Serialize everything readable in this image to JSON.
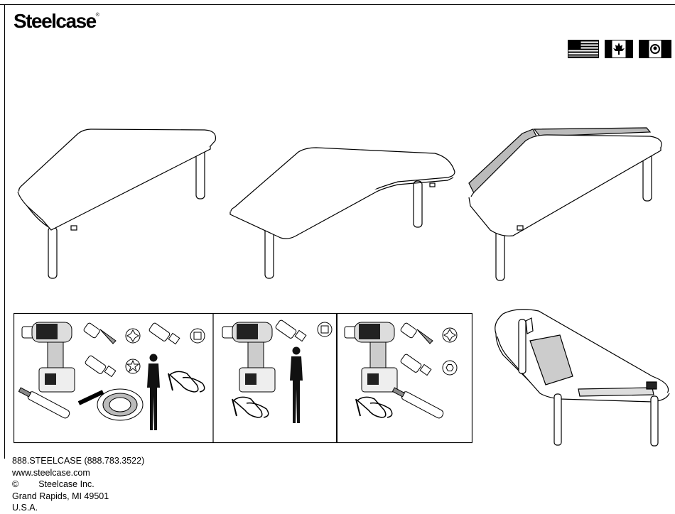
{
  "header": {
    "brand": "Steelcase",
    "registered_mark": "®",
    "flags": [
      "us-flag-icon",
      "canada-flag-icon",
      "mexico-flag-icon"
    ]
  },
  "illustrations": {
    "tables": [
      "corner-table-left-icon",
      "corner-table-center-icon",
      "corner-table-right-with-screen-icon"
    ],
    "tools": [
      "power-drill-icon",
      "phillips-bit-icon",
      "phillips-head-icon",
      "square-bit-icon",
      "square-head-icon",
      "torx-bit-icon",
      "torx-head-icon",
      "nut-driver-icon",
      "tape-roll-icon",
      "person-icon",
      "safety-glasses-icon",
      "hex-bit-icon",
      "hex-head-icon"
    ],
    "underside": "table-underside-assembly-icon"
  },
  "footer": {
    "phone": "888.STEELCASE (888.783.3522)",
    "website": "www.steelcase.com",
    "copyright_symbol": "©",
    "company": "Steelcase Inc.",
    "city": "Grand Rapids, MI 49501",
    "country": "U.S.A."
  }
}
